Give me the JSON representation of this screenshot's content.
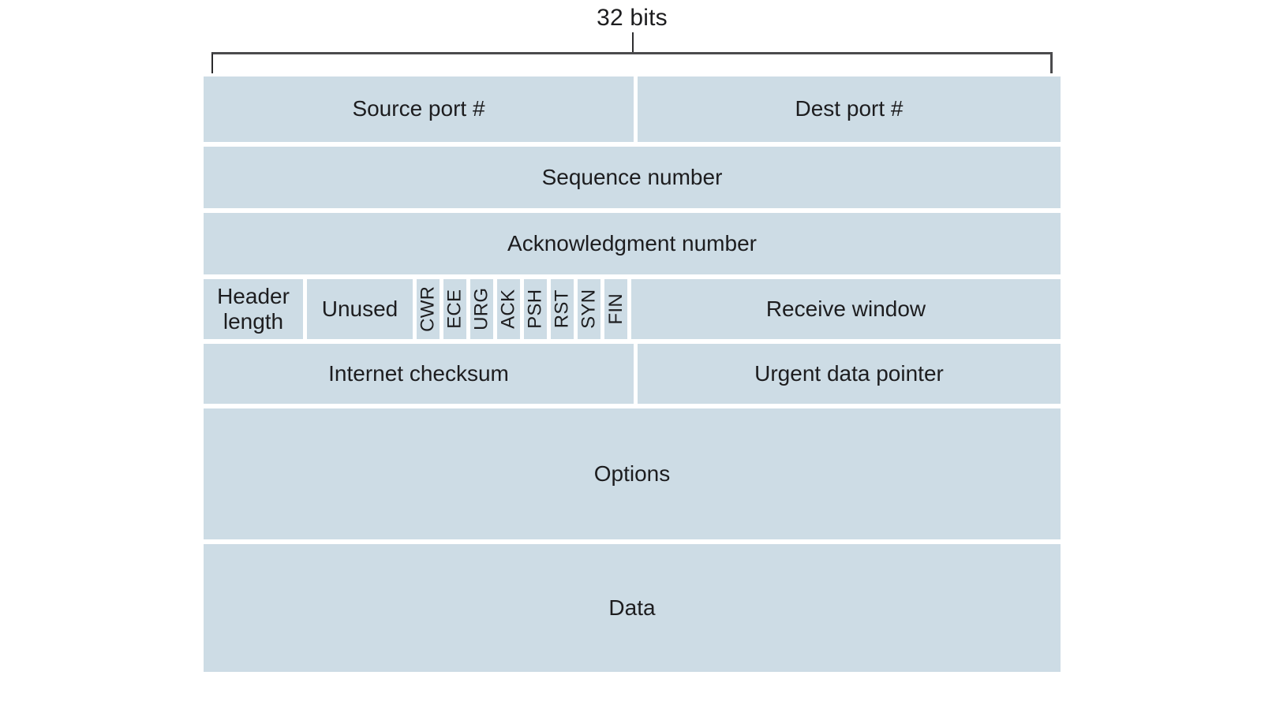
{
  "title": "32 bits",
  "colors": {
    "cell_fill": "#cddce5",
    "text": "#1d1d1f",
    "bracket_line": "#4b4b4d",
    "background": "#ffffff"
  },
  "fields": {
    "source_port": "Source port #",
    "dest_port": "Dest port #",
    "sequence_number": "Sequence number",
    "acknowledgment_number": "Acknowledgment number",
    "header_length_line1": "Header",
    "header_length_line2": "length",
    "unused": "Unused",
    "flags": [
      "CWR",
      "ECE",
      "URG",
      "ACK",
      "PSH",
      "RST",
      "SYN",
      "FIN"
    ],
    "receive_window": "Receive window",
    "internet_checksum": "Internet checksum",
    "urgent_data_pointer": "Urgent data pointer",
    "options": "Options",
    "data": "Data"
  }
}
